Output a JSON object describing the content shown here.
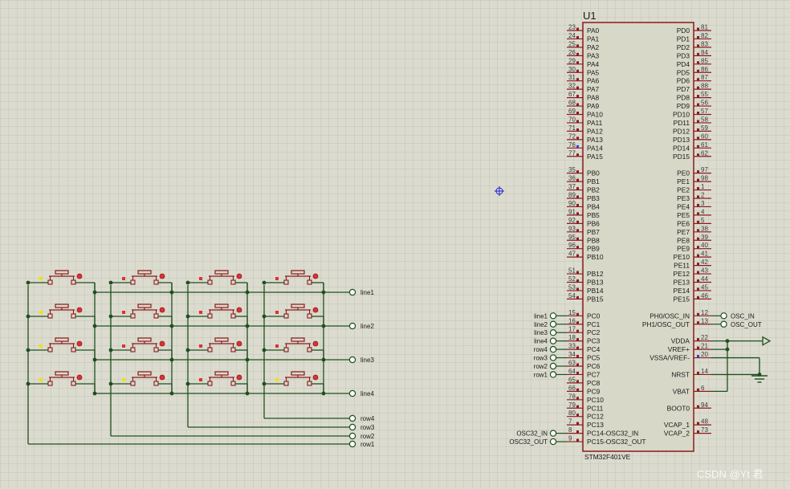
{
  "colors": {
    "background": "#dbdbcf",
    "grid": "#c9c9bb",
    "wire": "#1f4f1f",
    "component": "#8b1a1a",
    "chip_body": "#d8d8c8",
    "terminal": "#1f4f1f",
    "pin_red": "#e03030",
    "pin_blue": "#3040e0",
    "pin_yellow": "#f4e000",
    "cursor": "#2020d0"
  },
  "chip": {
    "ref": "U1",
    "part": "STM32F401VE",
    "left_pins": [
      {
        "row": 0,
        "num": "23",
        "name": "PA0"
      },
      {
        "row": 1,
        "num": "24",
        "name": "PA1"
      },
      {
        "row": 2,
        "num": "25",
        "name": "PA2"
      },
      {
        "row": 3,
        "num": "26",
        "name": "PA3"
      },
      {
        "row": 4,
        "num": "29",
        "name": "PA4"
      },
      {
        "row": 5,
        "num": "30",
        "name": "PA5"
      },
      {
        "row": 6,
        "num": "31",
        "name": "PA6"
      },
      {
        "row": 7,
        "num": "32",
        "name": "PA7"
      },
      {
        "row": 8,
        "num": "67",
        "name": "PA8"
      },
      {
        "row": 9,
        "num": "68",
        "name": "PA9"
      },
      {
        "row": 10,
        "num": "69",
        "name": "PA10"
      },
      {
        "row": 11,
        "num": "70",
        "name": "PA11"
      },
      {
        "row": 12,
        "num": "71",
        "name": "PA12"
      },
      {
        "row": 13,
        "num": "72",
        "name": "PA13"
      },
      {
        "row": 14,
        "num": "76",
        "name": "PA14",
        "state": "blue"
      },
      {
        "row": 15,
        "num": "77",
        "name": "PA15"
      },
      {
        "row": 17,
        "num": "35",
        "name": "PB0"
      },
      {
        "row": 18,
        "num": "36",
        "name": "PB1"
      },
      {
        "row": 19,
        "num": "37",
        "name": "PB2"
      },
      {
        "row": 20,
        "num": "89",
        "name": "PB3"
      },
      {
        "row": 21,
        "num": "90",
        "name": "PB4"
      },
      {
        "row": 22,
        "num": "91",
        "name": "PB5"
      },
      {
        "row": 23,
        "num": "92",
        "name": "PB6"
      },
      {
        "row": 24,
        "num": "93",
        "name": "PB7"
      },
      {
        "row": 25,
        "num": "95",
        "name": "PB8"
      },
      {
        "row": 26,
        "num": "96",
        "name": "PB9"
      },
      {
        "row": 27,
        "num": "47",
        "name": "PB10"
      },
      {
        "row": 29,
        "num": "51",
        "name": "PB12"
      },
      {
        "row": 30,
        "num": "52",
        "name": "PB13"
      },
      {
        "row": 31,
        "num": "53",
        "name": "PB14"
      },
      {
        "row": 32,
        "num": "54",
        "name": "PB15"
      },
      {
        "row": 34,
        "num": "15",
        "name": "PC0",
        "net": "line1"
      },
      {
        "row": 35,
        "num": "16",
        "name": "PC1",
        "net": "line2"
      },
      {
        "row": 36,
        "num": "17",
        "name": "PC2",
        "net": "line3"
      },
      {
        "row": 37,
        "num": "18",
        "name": "PC3",
        "net": "line4"
      },
      {
        "row": 38,
        "num": "33",
        "name": "PC4",
        "net": "row4"
      },
      {
        "row": 39,
        "num": "34",
        "name": "PC5",
        "net": "row3"
      },
      {
        "row": 40,
        "num": "63",
        "name": "PC6",
        "net": "row2"
      },
      {
        "row": 41,
        "num": "64",
        "name": "PC7",
        "net": "row1"
      },
      {
        "row": 42,
        "num": "65",
        "name": "PC8"
      },
      {
        "row": 43,
        "num": "66",
        "name": "PC9"
      },
      {
        "row": 44,
        "num": "78",
        "name": "PC10"
      },
      {
        "row": 45,
        "num": "79",
        "name": "PC11"
      },
      {
        "row": 46,
        "num": "80",
        "name": "PC12"
      },
      {
        "row": 47,
        "num": "7",
        "name": "PC13"
      },
      {
        "row": 48,
        "num": "8",
        "name": "PC14-OSC32_IN",
        "net": "OSC32_IN"
      },
      {
        "row": 49,
        "num": "9",
        "name": "PC15-OSC32_OUT",
        "net": "OSC32_OUT"
      }
    ],
    "right_pins": [
      {
        "row": 0,
        "num": "81",
        "name": "PD0"
      },
      {
        "row": 1,
        "num": "82",
        "name": "PD1"
      },
      {
        "row": 2,
        "num": "83",
        "name": "PD2"
      },
      {
        "row": 3,
        "num": "84",
        "name": "PD3"
      },
      {
        "row": 4,
        "num": "85",
        "name": "PD4"
      },
      {
        "row": 5,
        "num": "86",
        "name": "PD5"
      },
      {
        "row": 6,
        "num": "87",
        "name": "PD6"
      },
      {
        "row": 7,
        "num": "88",
        "name": "PD7"
      },
      {
        "row": 8,
        "num": "55",
        "name": "PD8"
      },
      {
        "row": 9,
        "num": "56",
        "name": "PD9"
      },
      {
        "row": 10,
        "num": "57",
        "name": "PD10"
      },
      {
        "row": 11,
        "num": "58",
        "name": "PD11"
      },
      {
        "row": 12,
        "num": "59",
        "name": "PD12"
      },
      {
        "row": 13,
        "num": "60",
        "name": "PD13"
      },
      {
        "row": 14,
        "num": "61",
        "name": "PD14"
      },
      {
        "row": 15,
        "num": "62",
        "name": "PD15"
      },
      {
        "row": 17,
        "num": "97",
        "name": "PE0"
      },
      {
        "row": 18,
        "num": "98",
        "name": "PE1"
      },
      {
        "row": 19,
        "num": "1",
        "name": "PE2"
      },
      {
        "row": 20,
        "num": "2",
        "name": "PE3"
      },
      {
        "row": 21,
        "num": "3",
        "name": "PE4"
      },
      {
        "row": 22,
        "num": "4",
        "name": "PE5"
      },
      {
        "row": 23,
        "num": "5",
        "name": "PE6"
      },
      {
        "row": 24,
        "num": "38",
        "name": "PE7"
      },
      {
        "row": 25,
        "num": "39",
        "name": "PE8"
      },
      {
        "row": 26,
        "num": "40",
        "name": "PE9"
      },
      {
        "row": 27,
        "num": "41",
        "name": "PE10"
      },
      {
        "row": 28,
        "num": "42",
        "name": "PE11"
      },
      {
        "row": 29,
        "num": "43",
        "name": "PE12"
      },
      {
        "row": 30,
        "num": "44",
        "name": "PE13"
      },
      {
        "row": 31,
        "num": "45",
        "name": "PE14"
      },
      {
        "row": 32,
        "num": "46",
        "name": "PE15"
      },
      {
        "row": 34,
        "num": "12",
        "name": "PH0/OSC_IN",
        "net": "OSC_IN"
      },
      {
        "row": 35,
        "num": "13",
        "name": "PH1/OSC_OUT",
        "net": "OSC_OUT"
      },
      {
        "row": 37,
        "num": "22",
        "name": "VDDA"
      },
      {
        "row": 38,
        "num": "21",
        "name": "VREF+"
      },
      {
        "row": 39,
        "num": "20",
        "name": "VSSA/VREF-",
        "state": "blue"
      },
      {
        "row": 41,
        "num": "14",
        "name": "NRST"
      },
      {
        "row": 43,
        "num": "6",
        "name": "VBAT"
      },
      {
        "row": 45,
        "num": "94",
        "name": "BOOT0"
      },
      {
        "row": 47,
        "num": "48",
        "name": "VCAP_1"
      },
      {
        "row": 48,
        "num": "73",
        "name": "VCAP_2"
      }
    ]
  },
  "keypad": {
    "column_lines": [
      "line1",
      "line2",
      "line3",
      "line4"
    ],
    "row_lines": [
      "row4",
      "row3",
      "row2",
      "row1"
    ]
  },
  "watermark": "CSDN @Yt 君"
}
